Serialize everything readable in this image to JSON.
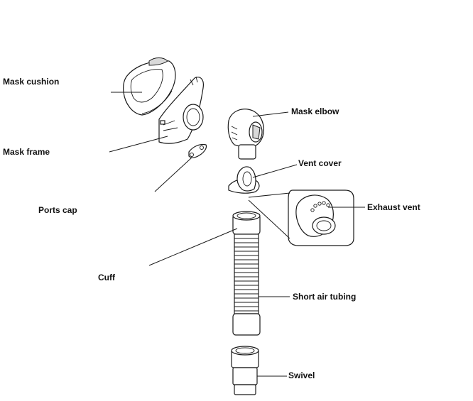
{
  "labels": {
    "mask_cushion": "Mask cushion",
    "mask_frame": "Mask frame",
    "ports_cap": "Ports cap",
    "cuff": "Cuff",
    "mask_elbow": "Mask elbow",
    "vent_cover": "Vent cover",
    "exhaust_vent": "Exhaust vent",
    "short_air_tubing": "Short air tubing",
    "swivel": "Swivel"
  },
  "colors": {
    "line": "#1a1a1a",
    "fill": "#ffffff",
    "shade": "#d9d9d9"
  }
}
